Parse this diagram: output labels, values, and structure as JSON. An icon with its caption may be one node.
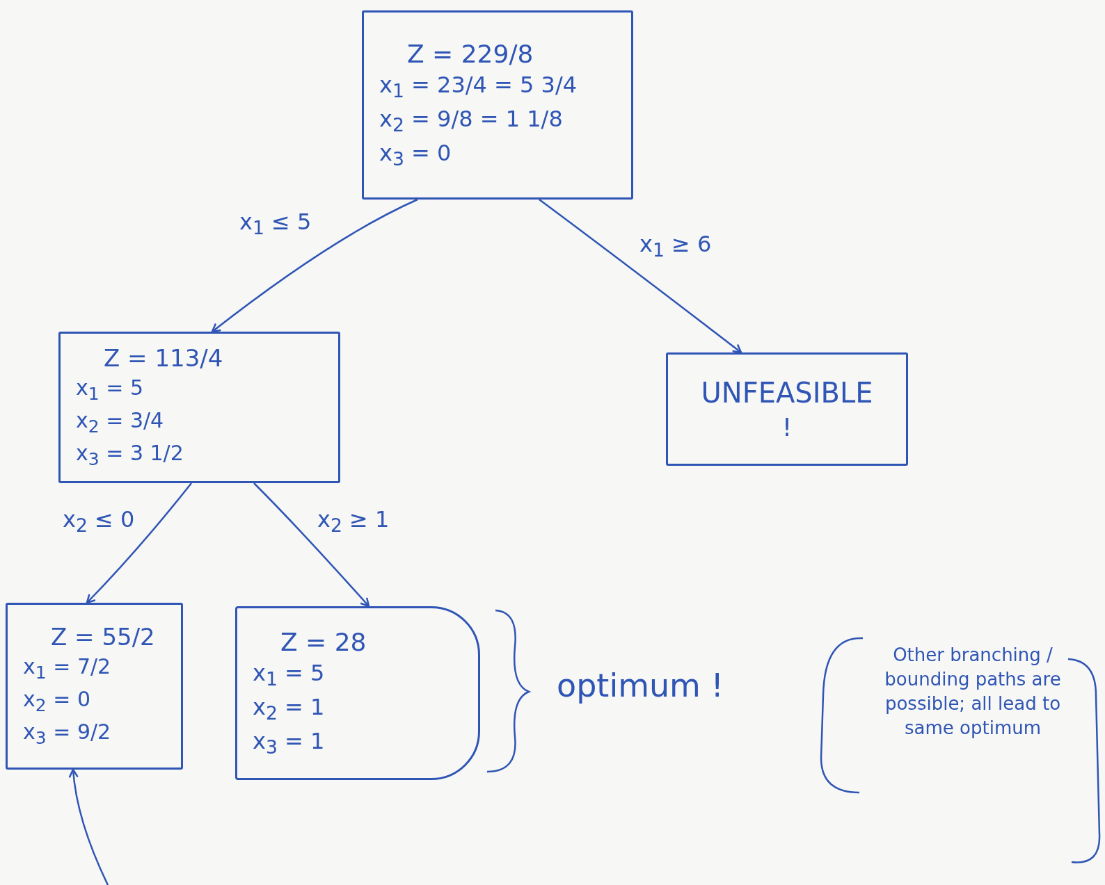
{
  "diagram": {
    "nodes": [
      {
        "text": [
          "Z = 229/8",
          "x$_{1}$ = 23/4 = 5 3/4",
          "x$_{2}$ = 9/8 = 1 1/8",
          "x$_{3}$ = 0"
        ]
      },
      {
        "text": [
          "Z = 113/4",
          "x$_{1}$ = 5",
          "x$_{2}$ = 3/4",
          "x$_{3}$ = 3 1/2"
        ]
      },
      {
        "text": [
          "UNFEASIBLE",
          "!"
        ]
      },
      {
        "text": [
          "Z = 55/2",
          "x$_{1}$ = 7/2",
          "x$_{2}$ = 0",
          "x$_{3}$ = 9/2"
        ]
      },
      {
        "text": [
          "Z = 28",
          "x$_{1}$ = 5",
          "x$_{2}$ = 1",
          "x$_{3}$ = 1"
        ]
      }
    ],
    "edges": [
      {
        "from": 0,
        "to": 1,
        "arrow": "to",
        "label": "x$_{1}$ ≤ 5"
      },
      {
        "from": 0,
        "to": 2,
        "arrow": "to",
        "label": "x$_{1}$ ≥ 6"
      },
      {
        "from": 1,
        "to": 3,
        "arrow": "to",
        "label": "x$_{2}$ ≤ 0"
      },
      {
        "from": 1,
        "to": 4,
        "arrow": "to",
        "label": "x$_{2}$ ≥ 1"
      },
      {
        "from": null,
        "to": 3,
        "arrow": "to"
      }
    ],
    "labels": [
      "optimum !",
      "Other branching / bounding paths are possible; all lead to same optimum"
    ]
  }
}
